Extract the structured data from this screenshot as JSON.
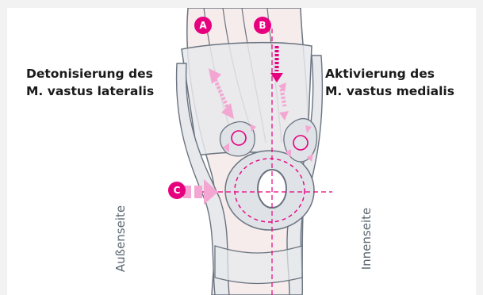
{
  "labels": {
    "left_title_line1": "Detonisierung des",
    "left_title_line2": "M. vastus lateralis",
    "right_title_line1": "Aktivierung des",
    "right_title_line2": "M. vastus medialis",
    "outer_side": "Außenseite",
    "inner_side": "Innenseite"
  },
  "markers": {
    "a": "A",
    "b": "B",
    "c": "C"
  },
  "colors": {
    "accent": "#e6007e",
    "accent_light": "#f4a6d2",
    "brace_fill": "#e7e9ec",
    "skin_fill": "#f6ecec",
    "outline": "#6b7480",
    "side_text": "#5c6670"
  }
}
